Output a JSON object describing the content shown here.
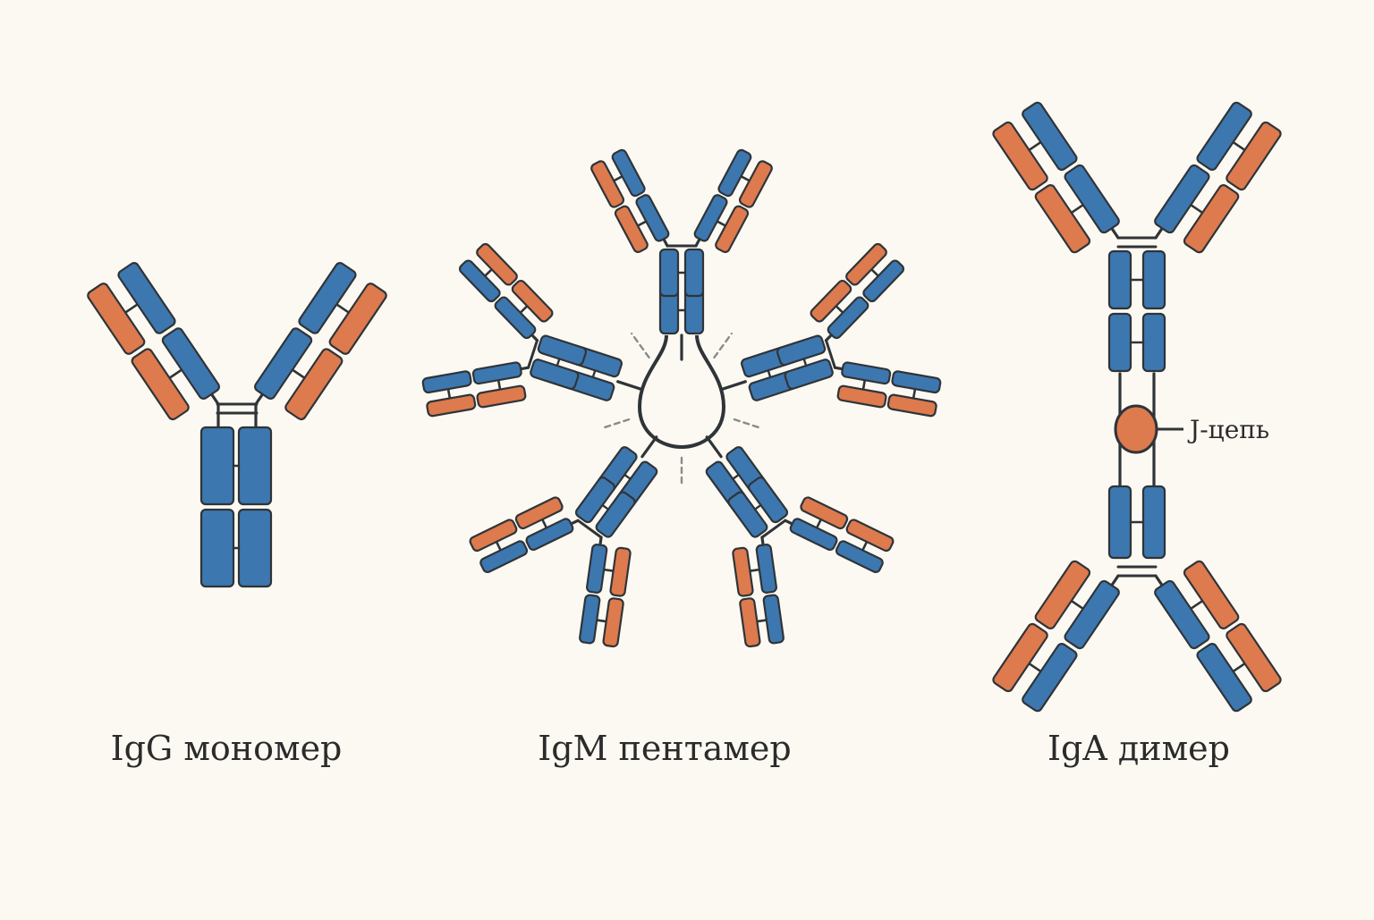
{
  "colors": {
    "background": "#fcf9f2",
    "heavy_chain_blue": "#3d77b0",
    "light_chain_orange": "#dd7a4e",
    "outline": "#2f3438",
    "bond_dashed": "#8a8a8a",
    "j_chain": "#dd7a4e"
  },
  "figures": [
    {
      "id": "igg",
      "caption": "IgG мономер",
      "structure": "monomer",
      "units": 1
    },
    {
      "id": "igm",
      "caption": "IgM пентамер",
      "structure": "pentamer",
      "units": 5
    },
    {
      "id": "iga",
      "caption": "IgA димер",
      "structure": "dimer",
      "units": 2,
      "j_chain_label": "J-цепь"
    }
  ]
}
